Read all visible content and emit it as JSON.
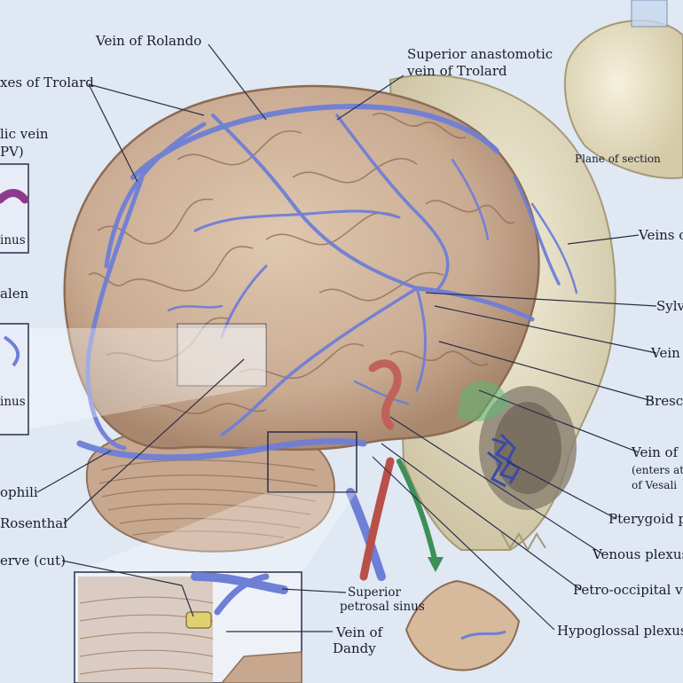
{
  "labels": {
    "vein_rolando": "Vein of Rolando",
    "sup_anast_1": "Superior anastomotic",
    "sup_anast_2": "vein of Trolard",
    "plexes_trolard": "xes of Trolard",
    "lic_vein": "lic vein",
    "pv": "PV)",
    "inus_top": "inus",
    "alen": "alen",
    "inus_bottom": "inus",
    "plane_of_section": "Plane of section",
    "veins_o": "Veins o",
    "sylv": "Sylv",
    "vein_right": "Vein",
    "bresc": "Bresc",
    "vein_of": "Vein of",
    "enters_at": "(enters at",
    "of_vesali": "of Vesali",
    "pterygoid": "Pterygoid p",
    "venous_plexus": "Venous plexus",
    "petro_occipital": "Petro-occipital v",
    "hypoglossal": "Hypoglossal plexus",
    "ophili": "ophili",
    "rosenthal": "Rosenthal",
    "nerve_cut": "erve (cut)",
    "sup_petrosal_1": "Superior",
    "sup_petrosal_2": "petrosal sinus",
    "vein_dandy_1": "Vein of",
    "vein_dandy_2": "Dandy"
  },
  "colors": {
    "background": "#dfe8f3",
    "brain": "#c9ab92",
    "vein": "#6f7fd6",
    "skull": "#e3dcc2",
    "artery": "#b8504a",
    "leader": "#2a2e45"
  }
}
